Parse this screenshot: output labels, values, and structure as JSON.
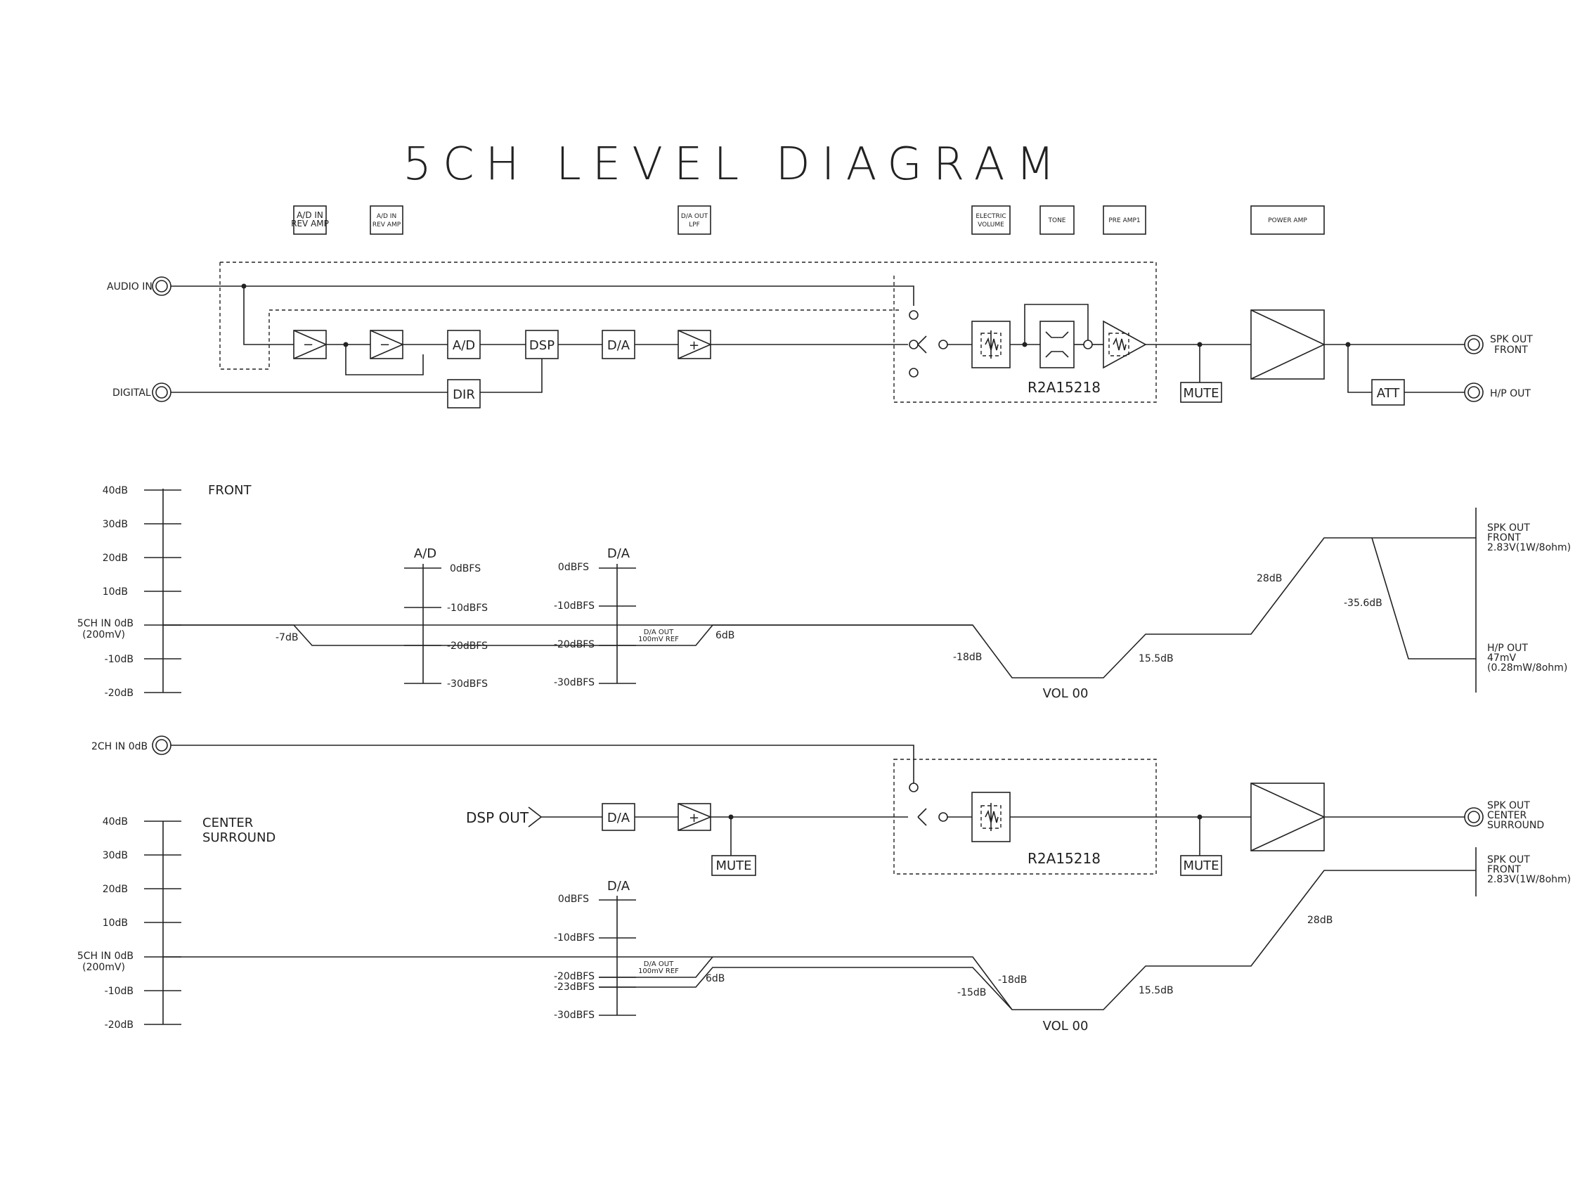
{
  "title": "5CH LEVEL DIAGRAM",
  "header_labels": {
    "ad_in_1": [
      "A/D IN",
      "REV AMP"
    ],
    "ad_in_2": [
      "A/D IN",
      "REV AMP"
    ],
    "da_out": [
      "D/A OUT",
      "LPF"
    ],
    "electric_volume": [
      "ELECTRIC",
      "VOLUME"
    ],
    "tone": "TONE",
    "pre_amp": "PRE AMP1",
    "power_amp": "POWER AMP"
  },
  "signal_chain": {
    "audio_in": "AUDIO IN",
    "digital": "DIGITAL",
    "ad": "A/D",
    "dsp": "DSP",
    "da": "D/A",
    "dir": "DIR",
    "ic": "R2A15218",
    "mute": "MUTE",
    "att": "ATT",
    "spk_out_front": [
      "SPK OUT",
      "FRONT"
    ],
    "hp_out": "H/P OUT"
  },
  "front_levels": {
    "label": "FRONT",
    "scale": [
      "40dB",
      "30dB",
      "20dB",
      "10dB",
      "5CH IN 0dB",
      "-10dB",
      "-20dB"
    ],
    "scale_sub": "(200mV)",
    "ad_title": "A/D",
    "ad_scale": [
      "0dBFS",
      "-10dBFS",
      "-20dBFS",
      "-30dBFS"
    ],
    "da_title": "D/A",
    "da_scale": [
      "0dBFS",
      "-10dBFS",
      "-20dBFS",
      "-30dBFS"
    ],
    "da_ref": [
      "D/A OUT",
      "100mV REF"
    ],
    "minus7": "-7dB",
    "plus6": "6dB",
    "minus18": "-18dB",
    "vol": "VOL 00",
    "plus15_5": "15.5dB",
    "plus28": "28dB",
    "minus35_6": "-35.6dB",
    "spk_out": [
      "SPK OUT",
      "FRONT",
      "2.83V(1W/8ohm)"
    ],
    "hp_out": [
      "H/P OUT",
      "47mV",
      "(0.28mW/8ohm)"
    ]
  },
  "center_chain": {
    "in_2ch": "2CH IN 0dB",
    "dsp_out": "DSP OUT",
    "da": "D/A",
    "mute1": "MUTE",
    "ic": "R2A15218",
    "mute2": "MUTE",
    "spk_out": [
      "SPK OUT",
      "CENTER",
      "SURROUND"
    ]
  },
  "center_levels": {
    "label": [
      "CENTER",
      "SURROUND"
    ],
    "scale": [
      "40dB",
      "30dB",
      "20dB",
      "10dB",
      "5CH IN 0dB",
      "-10dB",
      "-20dB"
    ],
    "scale_sub": "(200mV)",
    "da_title": "D/A",
    "da_scale": [
      "0dBFS",
      "-10dBFS",
      "-20dBFS",
      "-23dBFS",
      "-30dBFS"
    ],
    "da_ref": [
      "D/A OUT",
      "100mV REF"
    ],
    "plus6": "6dB",
    "minus18": "-18dB",
    "minus15": "-15dB",
    "vol": "VOL 00",
    "plus15_5": "15.5dB",
    "plus28": "28dB",
    "spk_out": [
      "SPK OUT",
      "FRONT",
      "2.83V(1W/8ohm)"
    ]
  }
}
